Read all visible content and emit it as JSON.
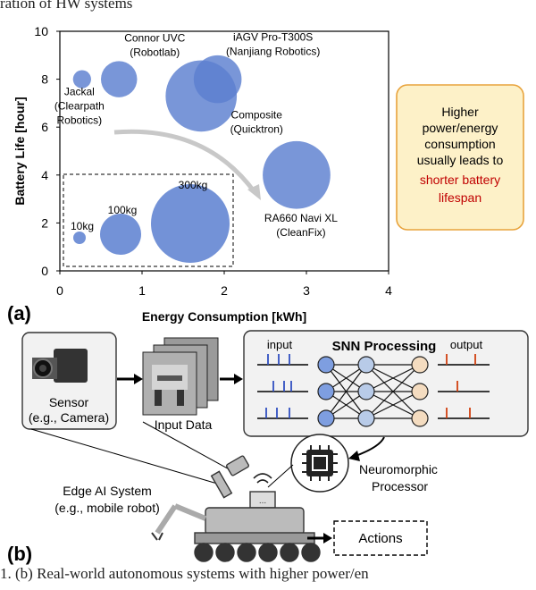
{
  "caption": {
    "top_partial": "ration of HW systems",
    "bottom_partial": "1.   (b)  Real-world  autonomous  systems  with  higher  power/en"
  },
  "panel_a": {
    "label": "(a)",
    "callout_text_lines": [
      "Higher",
      "power/energy",
      "consumption",
      "usually leads to"
    ],
    "callout_highlight_lines": [
      "shorter battery",
      "lifespan"
    ],
    "callout_highlight_color": "#c00000",
    "callout_bg": "#fdf1c8",
    "callout_border": "#e8a33c",
    "bubble_color": "#5b7fd0",
    "inset_labels": [
      "10kg",
      "100kg",
      "300kg"
    ]
  },
  "chart_data": {
    "type": "scatter",
    "xlabel": "Energy Consumption [kWh]",
    "ylabel": "Battery Life [hour]",
    "xlim": [
      0,
      4
    ],
    "ylim": [
      0,
      10
    ],
    "xticks": [
      0,
      1,
      2,
      3,
      4
    ],
    "yticks": [
      0,
      2,
      4,
      6,
      8,
      10
    ],
    "grid": false,
    "points": [
      {
        "x": 0.27,
        "y": 8.0,
        "size": 10,
        "label_lines": [
          "Jackal",
          "(Clearpath",
          "Robotics)"
        ]
      },
      {
        "x": 0.72,
        "y": 8.0,
        "size": 40,
        "label_lines": [
          "Connor UVC",
          "(Robotlab)"
        ]
      },
      {
        "x": 1.72,
        "y": 7.3,
        "size": 155,
        "label_lines": [
          "Composite",
          "(Quicktron)"
        ]
      },
      {
        "x": 1.92,
        "y": 8.0,
        "size": 70,
        "label_lines": [
          "iAGV Pro-T300S",
          "(Nanjiang Robotics)"
        ]
      },
      {
        "x": 2.88,
        "y": 4.0,
        "size": 140,
        "label_lines": [
          "RA660 Navi XL",
          "(CleanFix)"
        ]
      }
    ],
    "size_legend": [
      {
        "label": "10kg",
        "size": 10
      },
      {
        "label": "100kg",
        "size": 100
      },
      {
        "label": "300kg",
        "size": 300
      }
    ]
  },
  "panel_b": {
    "label": "(b)",
    "sensor_label": "Sensor",
    "sensor_sublabel": "(e.g., Camera)",
    "input_data_label": "Input Data",
    "snn_title": "SNN Processing",
    "input_label": "input",
    "output_label": "output",
    "neuromorphic_label_lines": [
      "Neuromorphic",
      "Processor"
    ],
    "edge_label_lines": [
      "Edge AI System",
      "(e.g., mobile robot)"
    ],
    "actions_label": "Actions",
    "spike_input_color": "#3050c0",
    "spike_output_color": "#d04010"
  }
}
